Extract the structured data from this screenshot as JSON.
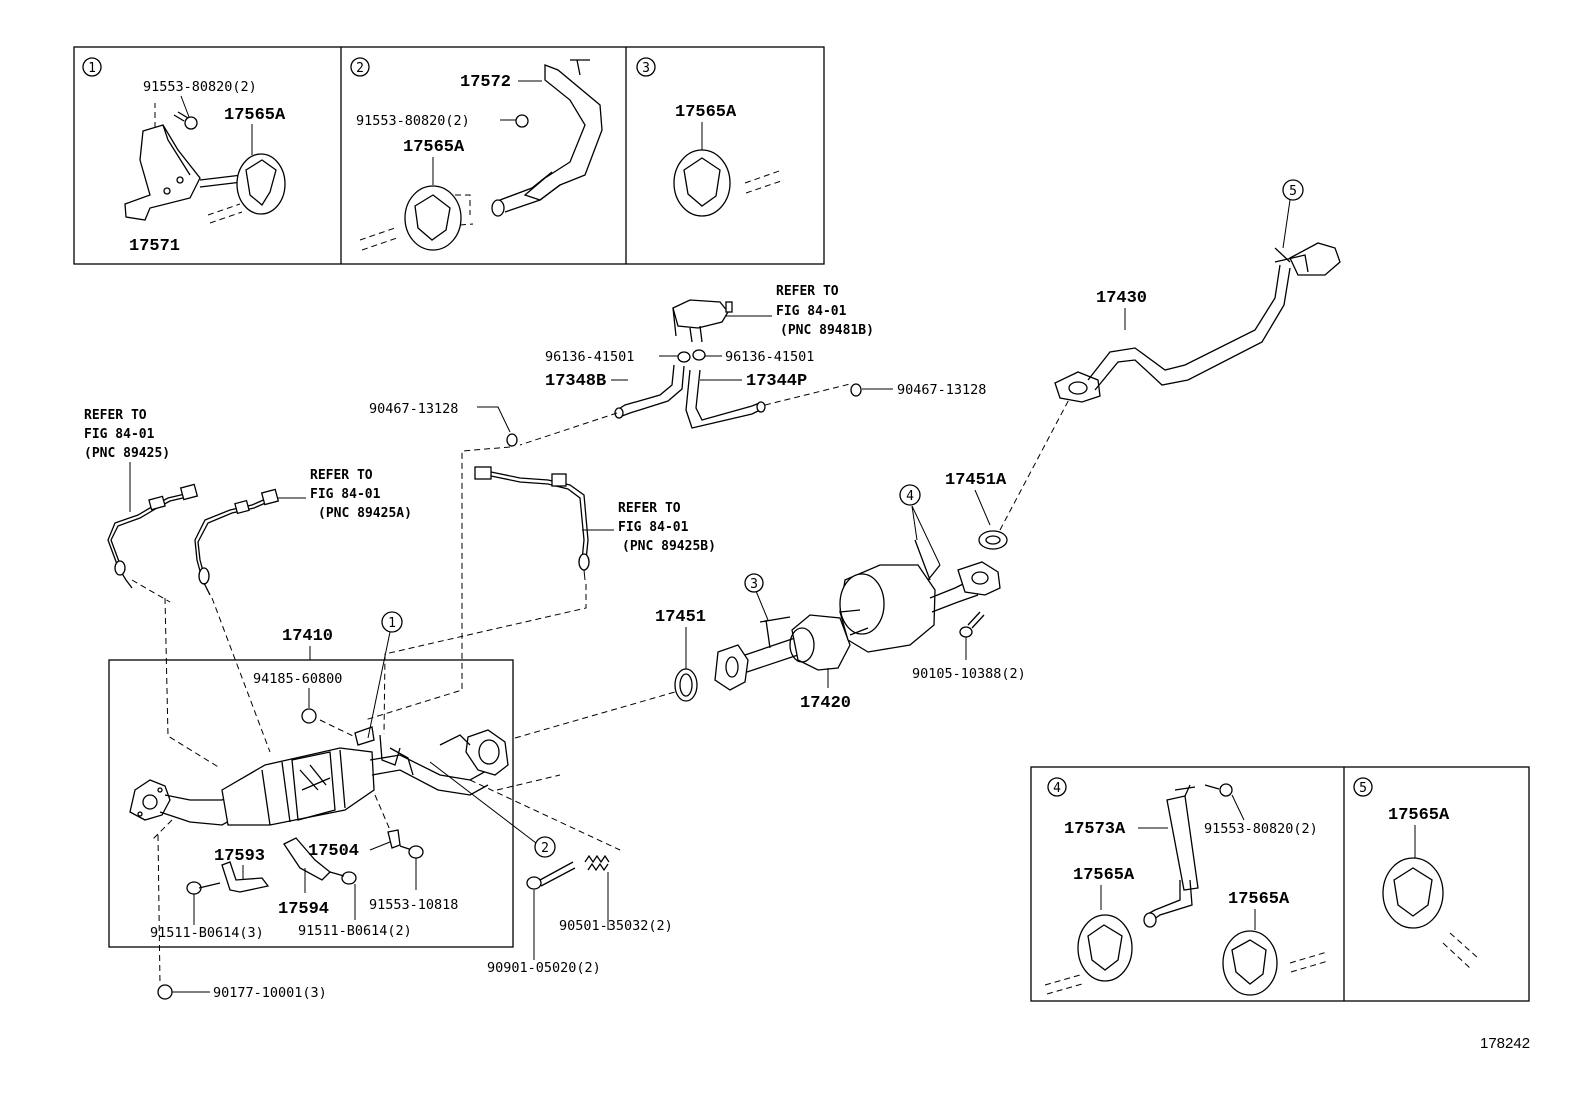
{
  "figure_id": "178242",
  "insets": {
    "one": {
      "num": "1",
      "bolt": "91553-80820(2)",
      "insulator": "17565A",
      "bracket": "17571"
    },
    "two": {
      "num": "2",
      "bracket": "17572",
      "bolt": "91553-80820(2)",
      "insulator": "17565A"
    },
    "three": {
      "num": "3",
      "insulator": "17565A"
    },
    "four": {
      "num": "4",
      "bracket": "17573A",
      "bolt": "91553-80820(2)",
      "insulator_a": "17565A",
      "insulator_b": "17565A"
    },
    "five": {
      "num": "5",
      "insulator": "17565A"
    }
  },
  "references": {
    "sensor_a": [
      "REFER TO",
      "FIG 84-01",
      "(PNC 89425)"
    ],
    "sensor_b": [
      "REFER TO",
      "FIG 84-01",
      "(PNC 89425A)"
    ],
    "sensor_c": [
      "REFER TO",
      "FIG 84-01",
      "(PNC 89425B)"
    ],
    "vsv": [
      "REFER TO",
      "FIG 84-01",
      "(PNC 89481B)"
    ]
  },
  "parts": {
    "p96136_l": "96136-41501",
    "p96136_r": "96136-41501",
    "p17348b": "17348B",
    "p17344p": "17344P",
    "p90467_l": "90467-13128",
    "p90467_r": "90467-13128",
    "p17430": "17430",
    "p17451a": "17451A",
    "p17451": "17451",
    "p17420": "17420",
    "p90105": "90105-10388(2)",
    "p17410": "17410",
    "p94185": "94185-60800",
    "p17593": "17593",
    "p17504": "17504",
    "p17594": "17594",
    "p91553_10818": "91553-10818",
    "p91511_3": "91511-B0614(3)",
    "p91511_2": "91511-B0614(2)",
    "p90501": "90501-35032(2)",
    "p90901": "90901-05020(2)",
    "p90177": "90177-10001(3)"
  },
  "callouts": {
    "c1": "1",
    "c2": "2",
    "c3": "3",
    "c4": "4",
    "c5": "5"
  }
}
